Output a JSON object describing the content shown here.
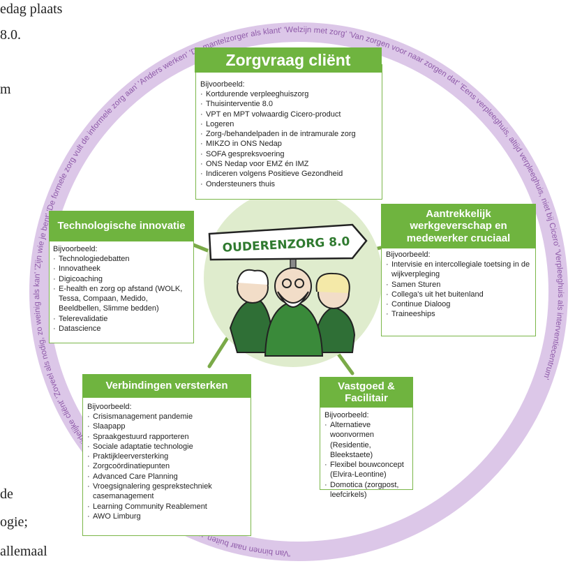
{
  "background_text": [
    "edag plaats",
    "8.0.",
    "m",
    "de",
    "ogie;",
    "allemaal"
  ],
  "ring_quotes": [
    "'Van binnen naar buiten, van buiten naar binnen'",
    "'Elke cliënt is een tijdelijke cliënt'",
    "'Zoveel als nodig, zo weinig als kan'",
    "'Zijn wie je bent'",
    "'De formele zorg vult de informele zorg aan'",
    "'Anders werken'",
    "'De mantelzorger als klant'",
    "'Welzijn met zorg'",
    "'Van zorgen voor naar zorgen dat'",
    "'Eens verpleeghuis, altijd verpleeghuis, niet bij Cicero'",
    "'Verpleeghuis als interventiecentrum'"
  ],
  "center": {
    "sign_text": "OUDERENZORG 8.0"
  },
  "boxes": {
    "zorgvraag": {
      "title": "Zorgvraag cliënt",
      "lead": "Bijvoorbeeld:",
      "items": [
        "Kortdurende verpleeghuiszorg",
        "Thuisinterventie 8.0",
        "VPT en MPT volwaardig Cicero-product",
        "Logeren",
        "Zorg-/behandelpaden in de intramurale zorg",
        "MIKZO in ONS Nedap",
        "SOFA gespreksvoering",
        "ONS Nedap voor EMZ én IMZ",
        "Indiceren volgens Positieve Gezondheid",
        "Ondersteuners thuis"
      ]
    },
    "technologie": {
      "title": "Technologische innovatie",
      "lead": "Bijvoorbeeld:",
      "items": [
        "Technologiedebatten",
        "Innovatheek",
        "Digicoaching",
        "E-health en zorg op afstand (WOLK, Tessa, Compaan, Medido, Beeldbellen, Slimme bedden)",
        "Telerevalidatie",
        "Datascience"
      ]
    },
    "werkgever": {
      "title": "Aantrekkelijk werkgeverschap en medewerker cruciaal",
      "lead": "Bijvoorbeeld:",
      "items": [
        "Intervisie en intercollegiale toetsing in de wijkverpleging",
        "Samen Sturen",
        "Collega's uit het buitenland",
        "Continue Dialoog",
        "Traineeships"
      ]
    },
    "verbindingen": {
      "title": "Verbindingen versterken",
      "lead": "Bijvoorbeeld:",
      "items": [
        "Crisismanagement pandemie",
        "Slaapapp",
        "Spraakgestuurd rapporteren",
        "Sociale adaptatie technologie",
        "Praktijkleerversterking",
        "Zorgcoördinatiepunten",
        "Advanced Care Planning",
        "Vroegsignalering gesprekstechniek casemanagement",
        "Learning Community Reablement",
        "AWO Limburg"
      ]
    },
    "vastgoed": {
      "title": "Vastgoed & Facilitair",
      "lead": "Bijvoorbeeld:",
      "items": [
        "Alternatieve woonvormen (Residentie, Bleekstaete)",
        "Flexibel bouwconcept (Elvira-Leontine)",
        "Domotica (zorgpost, leefcirkels)"
      ]
    }
  },
  "colors": {
    "ring": "#dcc7e8",
    "ring_text": "#8e5aa8",
    "green": "#6fb43f",
    "center_disc": "#dfeccd",
    "connector": "#7aaa48"
  }
}
